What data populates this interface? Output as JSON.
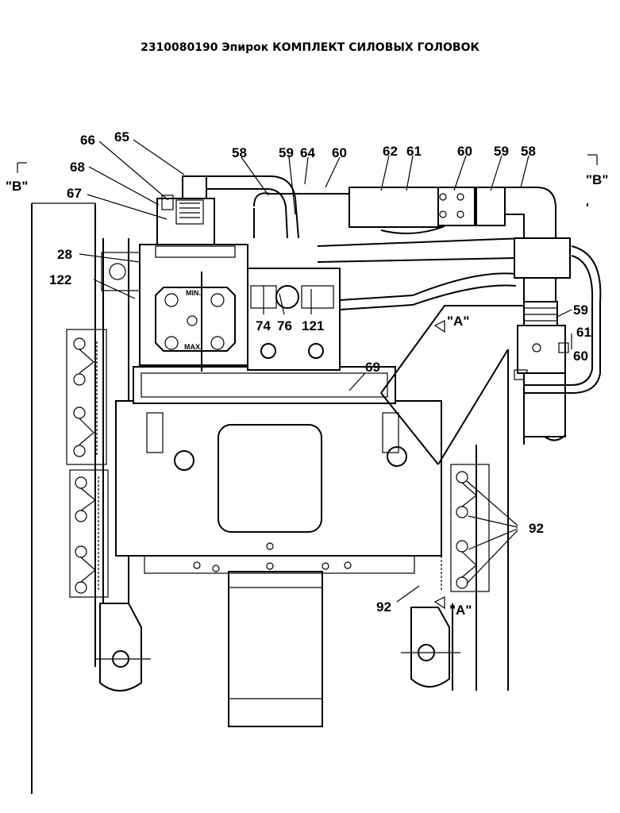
{
  "title": "2310080190 Эпирок КОМПЛЕКТ СИЛОВЫХ ГОЛОВОК",
  "callouts": {
    "c66": "66",
    "c65": "65",
    "c68": "68",
    "c67": "67",
    "c28": "28",
    "c122": "122",
    "c58a": "58",
    "c59a": "59",
    "c64": "64",
    "c60a": "60",
    "c62": "62",
    "c61a": "61",
    "c60b": "60",
    "c59b": "59",
    "c58b": "58",
    "c59c": "59",
    "c61b": "61",
    "c60c": "60",
    "c74": "74",
    "c76": "76",
    "c121": "121",
    "c69": "69",
    "c92a": "92",
    "c92b": "92"
  },
  "view_markers": {
    "b_left": "\"B\"",
    "b_right": "\"B\"",
    "a_upper": "\"A\"",
    "a_lower": "\"A\""
  },
  "dial": {
    "min": "MIN.",
    "max": "MAX."
  }
}
